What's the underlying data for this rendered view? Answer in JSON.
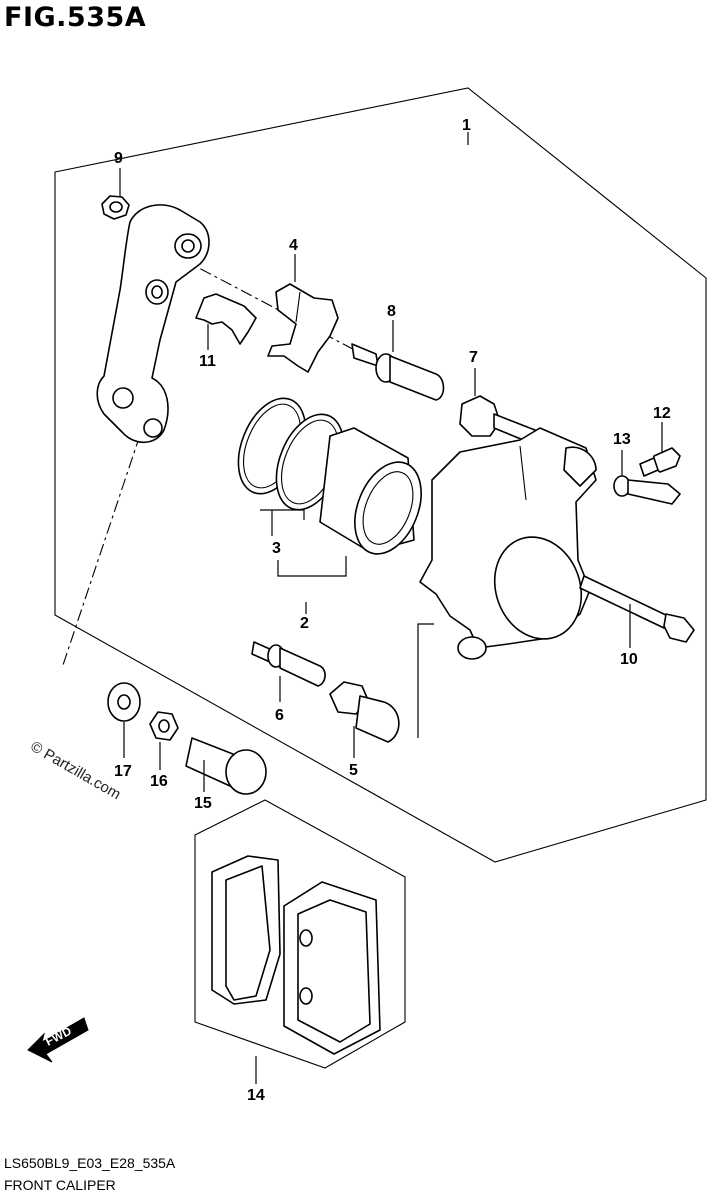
{
  "figure": {
    "title": "FIG.535A",
    "code": "LS650BL9_E03_E28_535A",
    "name": "FRONT CALIPER",
    "watermark": "© Partzilla.com",
    "fwd_label": "FWD"
  },
  "callouts": [
    {
      "id": "c1",
      "label": "1"
    },
    {
      "id": "c2",
      "label": "2"
    },
    {
      "id": "c3",
      "label": "3"
    },
    {
      "id": "c4",
      "label": "4"
    },
    {
      "id": "c5",
      "label": "5"
    },
    {
      "id": "c6",
      "label": "6"
    },
    {
      "id": "c7",
      "label": "7"
    },
    {
      "id": "c8",
      "label": "8"
    },
    {
      "id": "c9",
      "label": "9"
    },
    {
      "id": "c10",
      "label": "10"
    },
    {
      "id": "c11",
      "label": "11"
    },
    {
      "id": "c12",
      "label": "12"
    },
    {
      "id": "c13",
      "label": "13"
    },
    {
      "id": "c14",
      "label": "14"
    },
    {
      "id": "c15",
      "label": "15"
    },
    {
      "id": "c16",
      "label": "16"
    },
    {
      "id": "c17",
      "label": "17"
    }
  ]
}
